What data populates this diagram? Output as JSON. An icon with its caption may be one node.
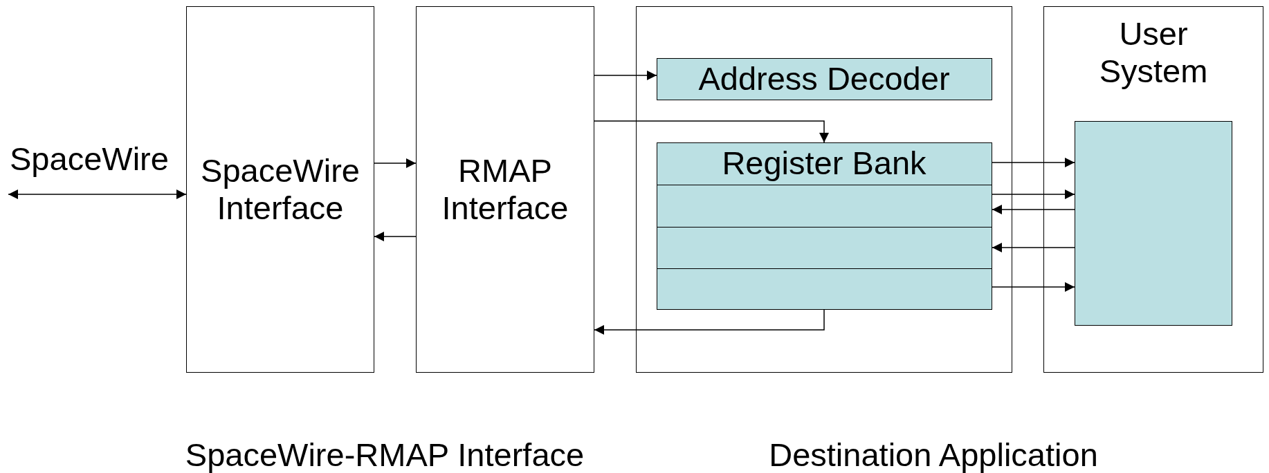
{
  "diagram": {
    "nodes": [
      {
        "text": [
          "SpaceWire Interface"
        ]
      },
      {
        "text": [
          "RMAP Interface"
        ]
      },
      {
        "text": [],
        "shape": "box"
      },
      {
        "text": [
          "Address Decoder"
        ],
        "in": 2
      },
      {
        "text": [
          "Register Bank"
        ],
        "in": 2
      },
      {
        "text": [],
        "shape": "box",
        "in": 2
      },
      {
        "text": [],
        "shape": "box",
        "in": 2
      },
      {
        "text": [],
        "shape": "box",
        "in": 2
      },
      {
        "text": [
          "User System"
        ]
      },
      {
        "text": [],
        "shape": "box",
        "in": 8
      }
    ],
    "edges": [
      {
        "from": null,
        "to": 0,
        "arrow": "both",
        "label": "SpaceWire"
      },
      {
        "from": 0,
        "to": 1,
        "arrow": "to"
      },
      {
        "from": 1,
        "to": 0,
        "arrow": "to"
      },
      {
        "from": 1,
        "to": 3,
        "arrow": "to"
      },
      {
        "from": 1,
        "to": 4,
        "arrow": "to"
      },
      {
        "from": 7,
        "to": 1,
        "arrow": "to"
      },
      {
        "from": 4,
        "to": 9,
        "arrow": "to"
      },
      {
        "from": 5,
        "to": 9,
        "arrow": "to"
      },
      {
        "from": 9,
        "to": 5,
        "arrow": "to"
      },
      {
        "from": 9,
        "to": 6,
        "arrow": "to"
      },
      {
        "from": 7,
        "to": 9,
        "arrow": "to"
      }
    ],
    "labels": [
      "SpaceWire-RMAP Interface",
      "Destination Application"
    ]
  }
}
